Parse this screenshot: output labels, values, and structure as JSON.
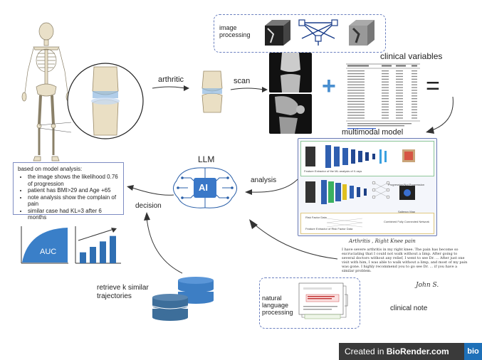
{
  "labels": {
    "image_processing_line1": "image",
    "image_processing_line2": "processing",
    "clinical_variables": "clinical variables",
    "arthritic": "arthritic",
    "scan": "scan",
    "multimodal_model": "multimodal model",
    "llm": "LLM",
    "ai_chip": "AI",
    "analysis": "analysis",
    "decision": "decision",
    "auc": "AUC",
    "retrieve_line1": "retrieve k similar",
    "retrieve_line2": "trajectories",
    "nlp_line1": "natural",
    "nlp_line2": "language",
    "nlp_line3": "processing",
    "clinical_note": "clinical note",
    "equals": "=",
    "plus": "+"
  },
  "analysis_box": {
    "heading": "based on model analysis:",
    "items": [
      "the image shows the likelihood 0.76 of progression",
      "patient has BMI>29 and Age +65",
      "note analysis show the complain of pain",
      "similar case had KL=3 after 6 months"
    ]
  },
  "model_panel": {
    "title1": "Feature Extractor of the ML analysis of X-rays",
    "title2": "Progression/Not Progression",
    "saliency": "Saliency Map",
    "risk_data": "Risk Factor Data",
    "combined": "Combined Fully Connected Network",
    "risk_extractor": "Feature Extractor of Risk Factor Data"
  },
  "clinical_note": {
    "heading": "Arthritis , Right Knee pain",
    "body": "I have severe arthritis in my right knee. The pain has become so excruciating that I could not walk without a limp. After going to several doctors without any relief, I went to see Dr. ... After just one visit with him, I was able to walk without a limp, and most of my pain was gone. I highly recommend you to go see Dr. ... if you have a similar problem.",
    "signature": "John S."
  },
  "footer": {
    "created_in": "Created in ",
    "brand": "BioRender.com",
    "badge": "bio"
  },
  "colors": {
    "accent_blue": "#2e6fb7",
    "bar_blue": "#2f6fb3",
    "db_blue": "#3d6e9a",
    "panel_border": "#6b7bb5",
    "nlp_box_border": "#6a7fbf"
  },
  "chart_data": [
    {
      "type": "area",
      "label": "AUC"
    },
    {
      "type": "bar",
      "values": [
        2,
        3,
        4,
        5
      ]
    }
  ]
}
